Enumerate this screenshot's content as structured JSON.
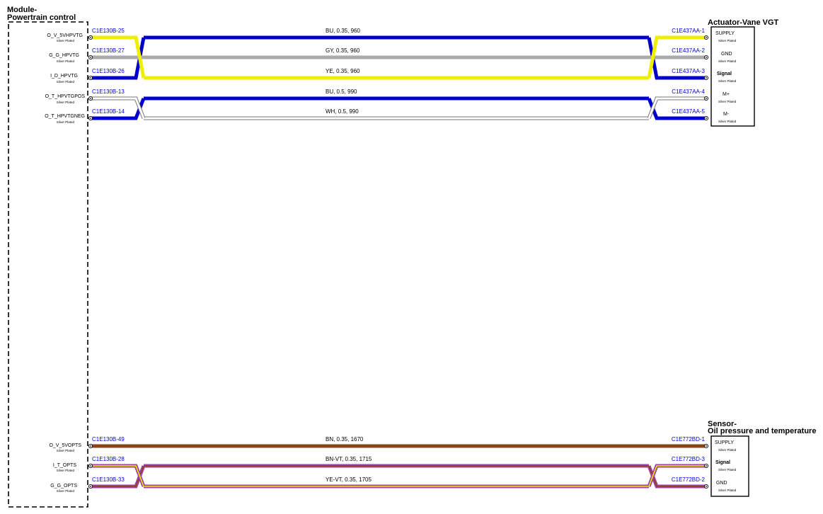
{
  "module": {
    "title_line1": "Module-",
    "title_line2": "Powertrain control",
    "pins": [
      {
        "name": "O_V_5VHPVTG",
        "plating": "Silver Plated"
      },
      {
        "name": "G_G_HPVTG",
        "plating": "Silver Plated"
      },
      {
        "name": "I_D_HPVTG",
        "plating": "Silver Plated"
      },
      {
        "name": "O_T_HPVTGPOS",
        "plating": "Silver Plated"
      },
      {
        "name": "O_T_HPVTGNEG",
        "plating": "Silver Plated"
      },
      {
        "name": "O_V_5VOPTS",
        "plating": "Silver Plated"
      },
      {
        "name": "I_T_OPTS",
        "plating": "Silver Plated"
      },
      {
        "name": "G_G_OPTS",
        "plating": "Silver Plated"
      }
    ]
  },
  "actuator": {
    "title": "Actuator-Vane VGT",
    "pins": [
      {
        "name": "SUPPLY",
        "plating": "Silver Plated"
      },
      {
        "name": "GND",
        "plating": "Silver Plated"
      },
      {
        "name": "Signal",
        "plating": "Silver Plated"
      },
      {
        "name": "M+",
        "plating": "Silver Plated"
      },
      {
        "name": "M-",
        "plating": "Silver Plated"
      }
    ]
  },
  "sensor": {
    "title_line1": "Sensor-",
    "title_line2": "Oil pressure and temperature",
    "pins": [
      {
        "name": "SUPPLY",
        "plating": "Silver Plated"
      },
      {
        "name": "Signal",
        "plating": "Silver Plated"
      },
      {
        "name": "GND",
        "plating": "Silver Plated"
      }
    ]
  },
  "wires": [
    {
      "from_conn": "C1E130B-25",
      "to_conn": "C1E437AA-1",
      "label": "BU,  0.35,  960",
      "color": "#0000cc",
      "end_color": "#eeee00"
    },
    {
      "from_conn": "C1E130B-27",
      "to_conn": "C1E437AA-2",
      "label": "GY,  0.35,  960",
      "color": "#aaaaaa",
      "end_color": "#aaaaaa"
    },
    {
      "from_conn": "C1E130B-26",
      "to_conn": "C1E437AA-3",
      "label": "YE,  0.35,  960",
      "color": "#eeee00",
      "end_color": "#0000cc"
    },
    {
      "from_conn": "C1E130B-13",
      "to_conn": "C1E437AA-4",
      "label": "BU,  0.5,  990",
      "color": "#0000cc",
      "end_color": "#f5f5e0"
    },
    {
      "from_conn": "C1E130B-14",
      "to_conn": "C1E437AA-5",
      "label": "WH,  0.5,  990",
      "color": "#f5f5e0",
      "end_color": "#0000cc"
    },
    {
      "from_conn": "C1E130B-49",
      "to_conn": "C1E772BD-1",
      "label": "BN,  0.35,  1670",
      "color": "#8b4513",
      "end_color": "#8b4513"
    },
    {
      "from_conn": "C1E130B-28",
      "to_conn": "C1E772BD-3",
      "label": "BN-VT,  0.35,  1715",
      "color": "#a040a0",
      "stripe": "#8b4513",
      "end_color": "#a040a0"
    },
    {
      "from_conn": "C1E130B-33",
      "to_conn": "C1E772BD-2",
      "label": "YE-VT,  0.35,  1705",
      "color": "#a040a0",
      "stripe": "#eeee00",
      "end_color": "#a040a0"
    }
  ]
}
